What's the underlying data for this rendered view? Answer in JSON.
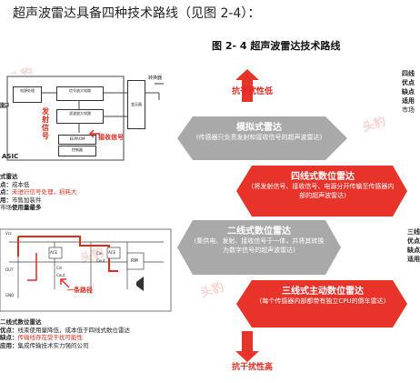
{
  "intro": "超声波雷达具备四种技术路线（见图 2-4）：",
  "figure_title": "图 2- 4  超声波雷达技术路线",
  "arrows": {
    "top": "抗干扰性低",
    "bottom": "抗干扰性高"
  },
  "routes": [
    {
      "title": "模拟式雷达",
      "desc": "(传感器只负责发射和接收信号的超声波雷达)",
      "color": "#a9a9a9"
    },
    {
      "title": "四线式数位雷达",
      "desc": "(将发射信号、接收信号、电源分开传输至传感器内部的超声波雷达)",
      "color": "#e8332a"
    },
    {
      "title": "二线式数位雷达",
      "desc": "(集供电、发射、接收信号于一体，并将其转换为数字信号的超声波雷达)",
      "color": "#a9a9a9"
    },
    {
      "title": "三线式主动数位雷达",
      "desc": "(每个传感器内部都带有独立CPU的倒车雷达)",
      "color": "#e8332a"
    }
  ],
  "top_circuit": {
    "blocks": [
      "电源处理",
      "信号放大电路",
      "滤波放大电路",
      "EEPROM",
      "控制器",
      "变压器"
    ],
    "switch_label": "转换器",
    "interface_label": "接口",
    "tx_label": "发射信号",
    "rx_label": "接收信号",
    "chip_label": "ASIC"
  },
  "left_notes_1": [
    {
      "prefix": "式雷达",
      "text": ""
    },
    {
      "prefix": "点：",
      "text": "成本低"
    },
    {
      "prefix": "点：",
      "text": "未进行信号处理，损耗大"
    },
    {
      "prefix": "用：",
      "text": "市售加装件"
    },
    {
      "prefix": "市场",
      "text": "使用量最多"
    }
  ],
  "mid_circuit": {
    "path_label": "一条路径",
    "pins": [
      "Vcc",
      "OUT",
      "GND",
      "Cin",
      "Cin",
      "Cout",
      "Cout"
    ],
    "chips": [
      "ACE",
      "ACE",
      "RM"
    ]
  },
  "left_notes_2": [
    {
      "prefix": "二线式数位雷达",
      "text": ""
    },
    {
      "prefix": "优点：",
      "text": "线束使用量降低，成本低于四线式数位雷达"
    },
    {
      "prefix": "缺点：",
      "text": "传输线存在受干扰可能性"
    },
    {
      "prefix": "应用：",
      "text": "集成传输技术实力强的公司"
    }
  ],
  "right_edge_1": [
    "四线",
    "优点",
    "缺点",
    "适用",
    "市场"
  ],
  "right_edge_2": [
    "三线",
    "优点",
    "缺点",
    "适用"
  ],
  "watermark": "头豹"
}
